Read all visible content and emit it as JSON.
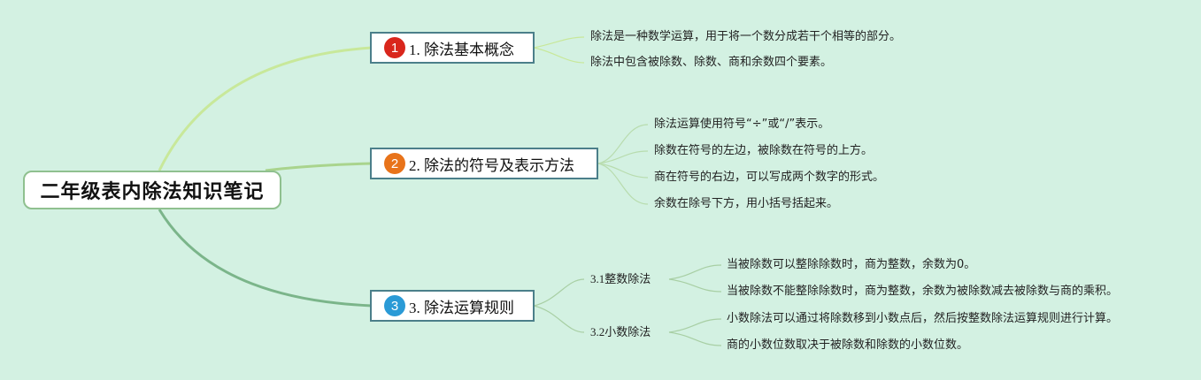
{
  "root": {
    "title": "二年级表内除法知识笔记"
  },
  "branches": [
    {
      "badge": "1",
      "label": "1. 除法基本概念",
      "badge_color": "#d9261c",
      "leaves": [
        "除法是一种数学运算，用于将一个数分成若干个相等的部分。",
        "除法中包含被除数、除数、商和余数四个要素。"
      ]
    },
    {
      "badge": "2",
      "label": "2. 除法的符号及表示方法",
      "badge_color": "#e8731a",
      "leaves": [
        "除法运算使用符号“÷”或“/”表示。",
        "除数在符号的左边，被除数在符号的上方。",
        "商在符号的右边，可以写成两个数字的形式。",
        "余数在除号下方，用小括号括起来。"
      ]
    },
    {
      "badge": "3",
      "label": "3. 除法运算规则",
      "badge_color": "#2a9ad6",
      "subs": [
        {
          "label": "3.1整数除法",
          "leaves": [
            "当被除数可以整除除数时，商为整数，余数为0。",
            "当被除数不能整除除数时，商为整数，余数为被除数减去被除数与商的乘积。"
          ]
        },
        {
          "label": "3.2小数除法",
          "leaves": [
            "小数除法可以通过将除数移到小数点后，然后按整数除法运算规则进行计算。",
            "商的小数位数取决于被除数和除数的小数位数。"
          ]
        }
      ]
    }
  ],
  "colors": {
    "background": "#d3f1e2",
    "branch_border": "#4b7f8a",
    "link_upper": "#c8e89a",
    "link_lower": "#7bb58a"
  }
}
